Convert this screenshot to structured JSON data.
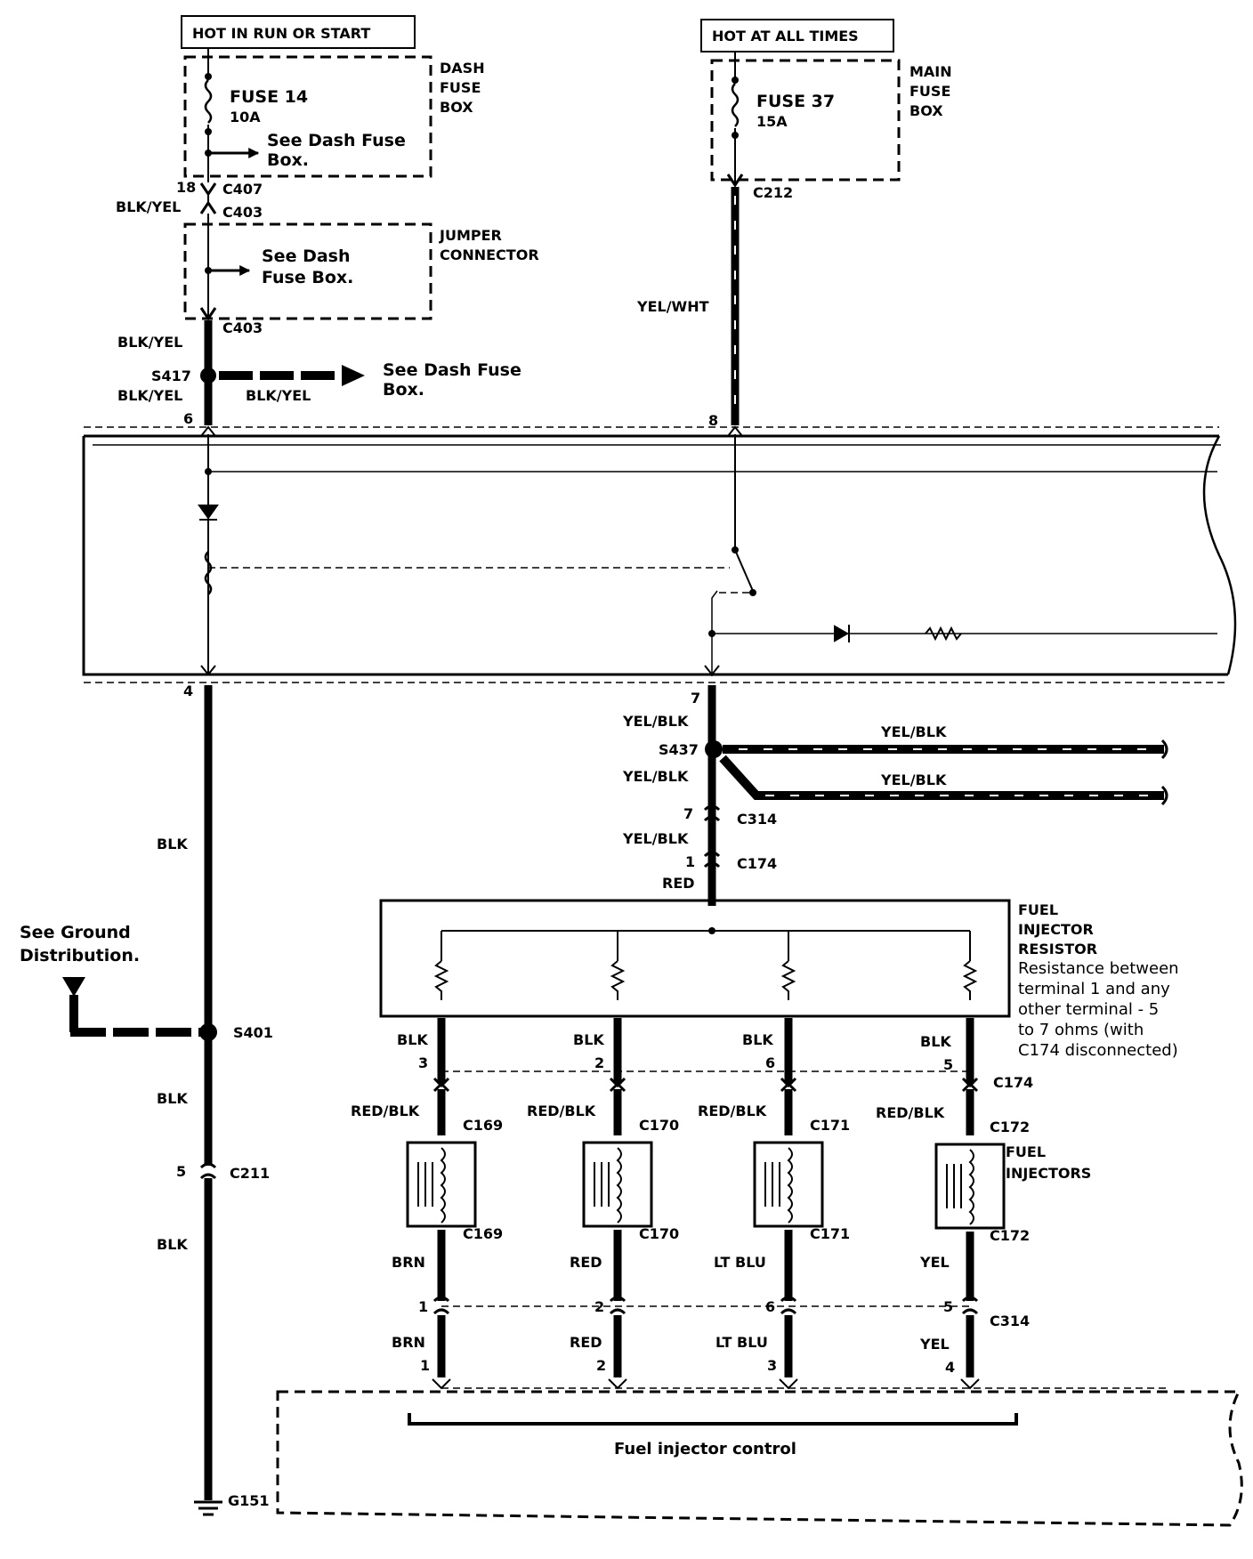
{
  "power": {
    "run_start_label": "HOT IN RUN OR START",
    "all_times_label": "HOT AT ALL TIMES"
  },
  "dash_fuse_box": {
    "title_line1": "DASH",
    "title_line2": "FUSE",
    "title_line3": "BOX",
    "fuse_name": "FUSE 14",
    "fuse_rating": "10A",
    "see_note_line1": "See Dash Fuse",
    "see_note_line2": "Box."
  },
  "main_fuse_box": {
    "title_line1": "MAIN",
    "title_line2": "FUSE",
    "title_line3": "BOX",
    "fuse_name": "FUSE 37",
    "fuse_rating": "15A"
  },
  "jumper": {
    "title_line1": "JUMPER",
    "title_line2": "CONNECTOR",
    "see_note_line1": "See Dash",
    "see_note_line2": "Fuse Box."
  },
  "left_circuit": {
    "pin_c407": "18",
    "c407": "C407",
    "c403_top": "C403",
    "c403_bottom": "C403",
    "wire1": "BLK/YEL",
    "wire2": "BLK/YEL",
    "splice": "S417",
    "wire3": "BLK/YEL",
    "branch_wire": "BLK/YEL",
    "branch_note_line1": "See Dash Fuse",
    "branch_note_line2": "Box.",
    "relay_pin_in": "6",
    "relay_pin_out": "4",
    "wire_blk1": "BLK",
    "ground_note_line1": "See Ground",
    "ground_note_line2": "Distribution.",
    "splice_ground": "S401",
    "wire_blk2": "BLK",
    "pin_c211": "5",
    "c211": "C211",
    "wire_blk3": "BLK",
    "ground": "G151"
  },
  "right_circuit": {
    "c212": "C212",
    "wire": "YEL/WHT",
    "relay_pin_in": "8",
    "relay_pin_out": "7",
    "wire_out1": "YEL/BLK",
    "splice": "S437",
    "branch1": "YEL/BLK",
    "branch2": "YEL/BLK",
    "wire_out2": "YEL/BLK",
    "pin_c314": "7",
    "c314": "C314",
    "wire_out3": "YEL/BLK",
    "pin_c174": "1",
    "c174": "C174",
    "wire_red": "RED"
  },
  "resistor": {
    "title_line1": "FUEL",
    "title_line2": "INJECTOR",
    "title_line3": "RESISTOR",
    "note_line1": "Resistance between",
    "note_line2": "terminal 1 and any",
    "note_line3": "other terminal - 5",
    "note_line4": "to 7 ohms (with",
    "note_line5": "C174 disconnected)",
    "c174": "C174"
  },
  "injectors": {
    "title_line1": "FUEL",
    "title_line2": "INJECTORS",
    "c314": "C314",
    "columns": [
      {
        "wire_top": "BLK",
        "pin_top": "3",
        "wire_mid": "RED/BLK",
        "conn": "C169",
        "wire_bot": "BRN",
        "pin_c314": "1",
        "wire_ecm": "BRN",
        "pin_ecm": "1"
      },
      {
        "wire_top": "BLK",
        "pin_top": "2",
        "wire_mid": "RED/BLK",
        "conn": "C170",
        "wire_bot": "RED",
        "pin_c314": "2",
        "wire_ecm": "RED",
        "pin_ecm": "2"
      },
      {
        "wire_top": "BLK",
        "pin_top": "6",
        "wire_mid": "RED/BLK",
        "conn": "C171",
        "wire_bot": "LT BLU",
        "pin_c314": "6",
        "wire_ecm": "LT BLU",
        "pin_ecm": "3"
      },
      {
        "wire_top": "BLK",
        "pin_top": "5",
        "wire_mid": "RED/BLK",
        "conn": "C172",
        "wire_bot": "YEL",
        "pin_c314": "5",
        "wire_ecm": "YEL",
        "pin_ecm": "4"
      }
    ]
  },
  "ecm": {
    "label": "Fuel injector control"
  }
}
